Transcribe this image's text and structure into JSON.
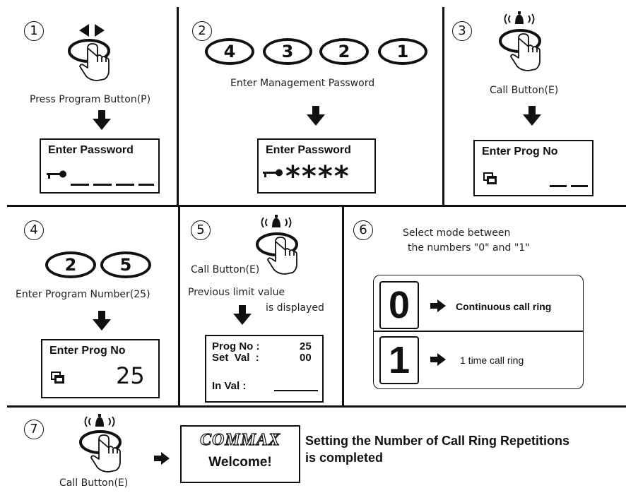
{
  "steps": [
    {
      "number": "1",
      "caption": "Press Program Button(P)",
      "lcd_title": "Enter Password"
    },
    {
      "number": "2",
      "caption": "Enter Management Password",
      "keys": [
        "4",
        "3",
        "2",
        "1"
      ],
      "lcd_title": "Enter Password",
      "lcd_value": "****"
    },
    {
      "number": "3",
      "caption": "Call Button(E)",
      "lcd_title": "Enter Prog  No"
    },
    {
      "number": "4",
      "caption": "Enter Program Number(25)",
      "keys": [
        "2",
        "5"
      ],
      "lcd_title": "Enter Prog  No",
      "lcd_value": "25"
    },
    {
      "number": "5",
      "caption": "Call Button(E)",
      "caption2_line1": "Previous limit value",
      "caption2_line2": "is displayed",
      "lcd_rows": [
        {
          "label": "Prog No :",
          "value": "25"
        },
        {
          "label": "Set  Val  :",
          "value": "00"
        },
        {
          "label": "In Val :",
          "value": ""
        }
      ]
    },
    {
      "number": "6",
      "caption_line1": "Select mode  between",
      "caption_line2": "the numbers \"0\" and \"1\"",
      "modes": [
        {
          "digit": "0",
          "label": "Continuous call ring"
        },
        {
          "digit": "1",
          "label": "1 time call ring"
        }
      ]
    },
    {
      "number": "7",
      "caption": "Call Button(E)",
      "brand": "COMMAX",
      "welcome": "Welcome!",
      "result_line1": "Setting the Number of Call Ring Repetitions",
      "result_line2": "is completed"
    }
  ]
}
